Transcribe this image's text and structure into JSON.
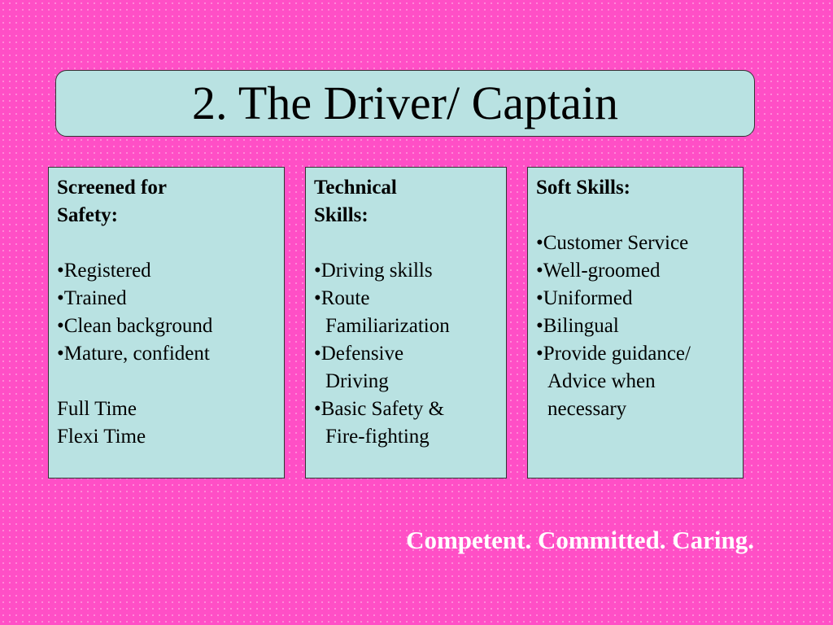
{
  "title": "2. The Driver/ Captain",
  "panels": [
    {
      "heading": "Screened for\nSafety:",
      "items": [
        "•Registered",
        "•Trained",
        "•Clean background",
        "•Mature, confident"
      ],
      "extra": [
        "Full Time",
        "Flexi Time"
      ]
    },
    {
      "heading": "Technical\nSkills:",
      "items": [
        "•Driving skills",
        "•Route\nFamiliarization",
        "•Defensive\nDriving",
        "•Basic Safety &\nFire-fighting"
      ],
      "extra": []
    },
    {
      "heading": "Soft Skills:",
      "items": [
        "•Customer Service",
        "•Well-groomed",
        "•Uniformed",
        "•Bilingual",
        "•Provide guidance/\nAdvice when\nnecessary"
      ],
      "extra": []
    }
  ],
  "tagline": "Competent. Committed. Caring.",
  "colors": {
    "background": "#ff4fc6",
    "box": "#b9e2e2",
    "tagline": "#ffffff"
  }
}
